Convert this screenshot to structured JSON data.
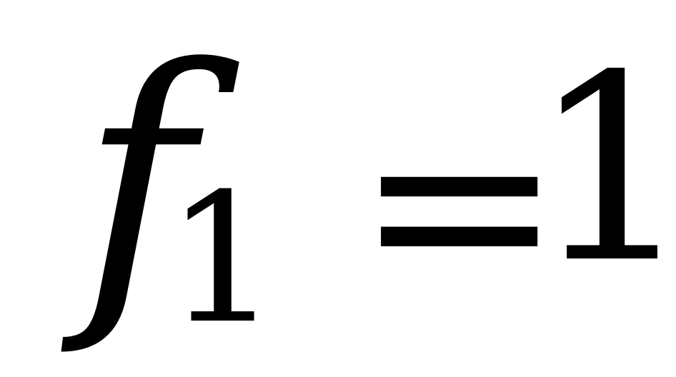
{
  "equation": {
    "variable": "f",
    "subscript": "1",
    "operator": "=",
    "value": "1"
  }
}
